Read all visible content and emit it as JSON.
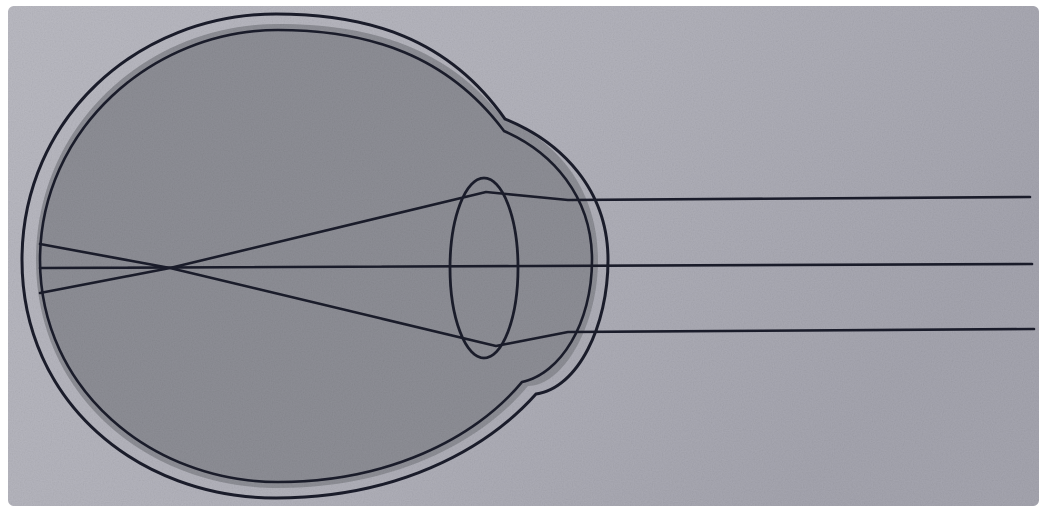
{
  "figure": {
    "subject": "eye-diagram",
    "ink_color": "#1a1c2a",
    "paper_color_light": "#c8c8d0",
    "paper_color_dark": "#9c9ca6",
    "eye_interior_color": "#8e8f96"
  },
  "rays": [
    {
      "id": "ray-top"
    },
    {
      "id": "ray-middle"
    },
    {
      "id": "ray-bottom"
    }
  ]
}
